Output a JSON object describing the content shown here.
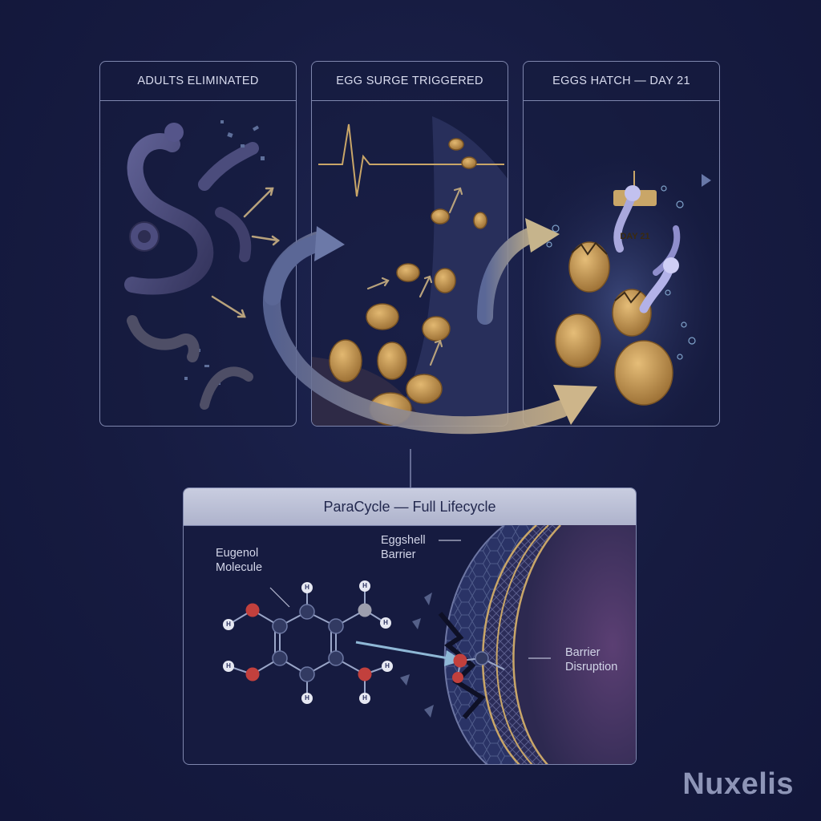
{
  "panels": [
    {
      "title": "ADULTS ELIMINATED"
    },
    {
      "title": "EGG SURGE TRIGGERED"
    },
    {
      "title": "EGGS HATCH — DAY 21",
      "timeline_marker": "DAY 21"
    }
  ],
  "bottom_panel": {
    "title": "ParaCycle — Full Lifecycle",
    "labels": {
      "molecule_line1": "Eugenol",
      "molecule_line2": "Molecule",
      "shell_line1": "Eggshell",
      "shell_line2": "Barrier",
      "disruption_line1": "Barrier",
      "disruption_line2": "Disruption"
    },
    "atom_label": "H"
  },
  "brand": "Nuxelis",
  "colors": {
    "background": "#161b40",
    "panel_border": "#7e86ad",
    "gold": "#c9a668",
    "egg": "#c4974d",
    "worm": "#4a4a78",
    "arrow_blue": "#8fb8d6"
  }
}
